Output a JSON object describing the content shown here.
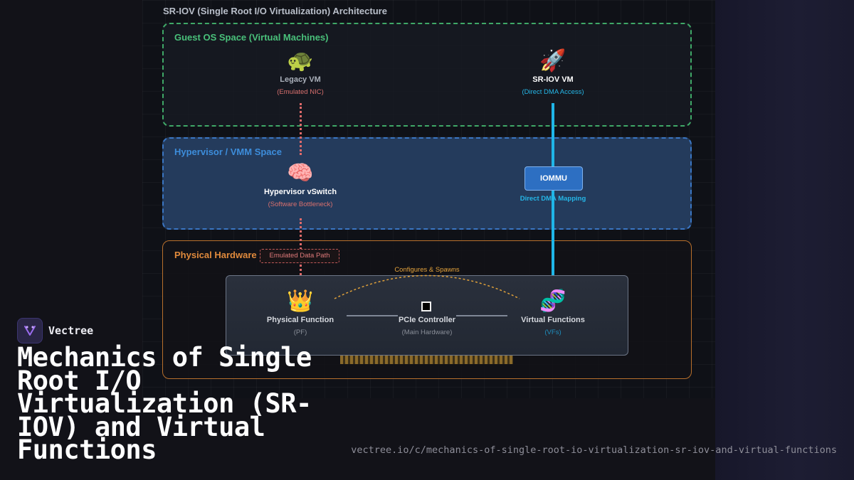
{
  "diagram": {
    "title": "SR-IOV (Single Root I/O Virtualization) Architecture",
    "layers": {
      "guest": "Guest OS Space (Virtual Machines)",
      "hypervisor": "Hypervisor / VMM Space",
      "physical": "Physical Hardware"
    },
    "legacy_vm": {
      "icon": "turtle-icon",
      "emoji": "🐢",
      "name": "Legacy VM",
      "sub": "(Emulated NIC)"
    },
    "sriov_vm": {
      "icon": "rocket-icon",
      "emoji": "🚀",
      "name": "SR-IOV VM",
      "sub": "(Direct DMA Access)"
    },
    "vswitch": {
      "icon": "brain-icon",
      "emoji": "🧠",
      "name": "Hypervisor vSwitch",
      "sub": "(Software Bottleneck)"
    },
    "iommu": {
      "label": "IOMMU",
      "caption": "Direct DMA Mapping"
    },
    "emulated_path_tag": "Emulated Data Path",
    "configures_label": "Configures & Spawns",
    "pf": {
      "icon": "crown-icon",
      "emoji": "👑",
      "name": "Physical Function",
      "sub": "(PF)"
    },
    "pcie": {
      "icon": "chip-icon",
      "name": "PCIe Controller",
      "sub": "(Main Hardware)"
    },
    "vf": {
      "icon": "dna-icon",
      "emoji": "🧬",
      "name": "Virtual Functions",
      "sub": "(VFs)"
    },
    "colors": {
      "guest_border": "#3fa867",
      "hypervisor_border": "#3a76c4",
      "physical_border": "#b8702c",
      "emulated_path": "#e06a6a",
      "direct_path": "#1fb6e8"
    }
  },
  "brand": {
    "name": "Vectree",
    "logo_icon": "vectree-logo-icon"
  },
  "headline": "Mechanics of Single Root I/O Virtualization (SR-IOV) and Virtual Functions",
  "url": "vectree.io/c/mechanics-of-single-root-io-virtualization-sr-iov-and-virtual-functions"
}
